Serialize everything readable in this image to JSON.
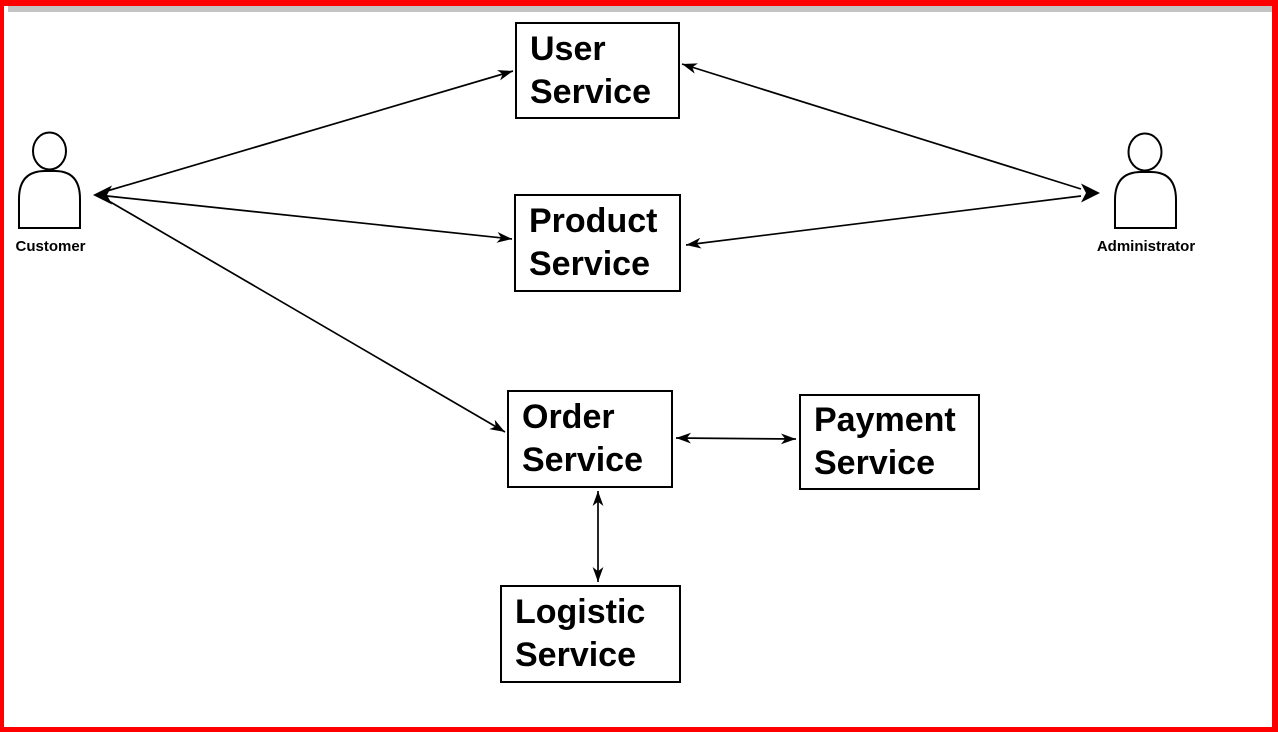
{
  "page": {
    "background_color": "#ffffff",
    "frame_color": "#ff0000",
    "top_strip_color": "#c3c3c3",
    "shape_stroke_color": "#000000",
    "text_color": "#000000"
  },
  "diagram": {
    "actors": [
      {
        "label": "Customer"
      },
      {
        "label": "Administrator"
      }
    ],
    "services": [
      {
        "line1": "User",
        "line2": "Service"
      },
      {
        "line1": "Product",
        "line2": "Service"
      },
      {
        "line1": "Order",
        "line2": "Service"
      },
      {
        "line1": "Payment",
        "line2": "Service"
      },
      {
        "line1": "Logistic",
        "line2": "Service"
      }
    ],
    "connections": [
      {
        "from": "Customer",
        "to": "User Service",
        "direction": "bidirectional"
      },
      {
        "from": "Customer",
        "to": "Product Service",
        "direction": "bidirectional"
      },
      {
        "from": "Customer",
        "to": "Order Service",
        "direction": "bidirectional"
      },
      {
        "from": "Administrator",
        "to": "User Service",
        "direction": "bidirectional"
      },
      {
        "from": "Administrator",
        "to": "Product Service",
        "direction": "bidirectional"
      },
      {
        "from": "Order Service",
        "to": "Payment Service",
        "direction": "bidirectional"
      },
      {
        "from": "Order Service",
        "to": "Logistic Service",
        "direction": "bidirectional"
      }
    ]
  }
}
